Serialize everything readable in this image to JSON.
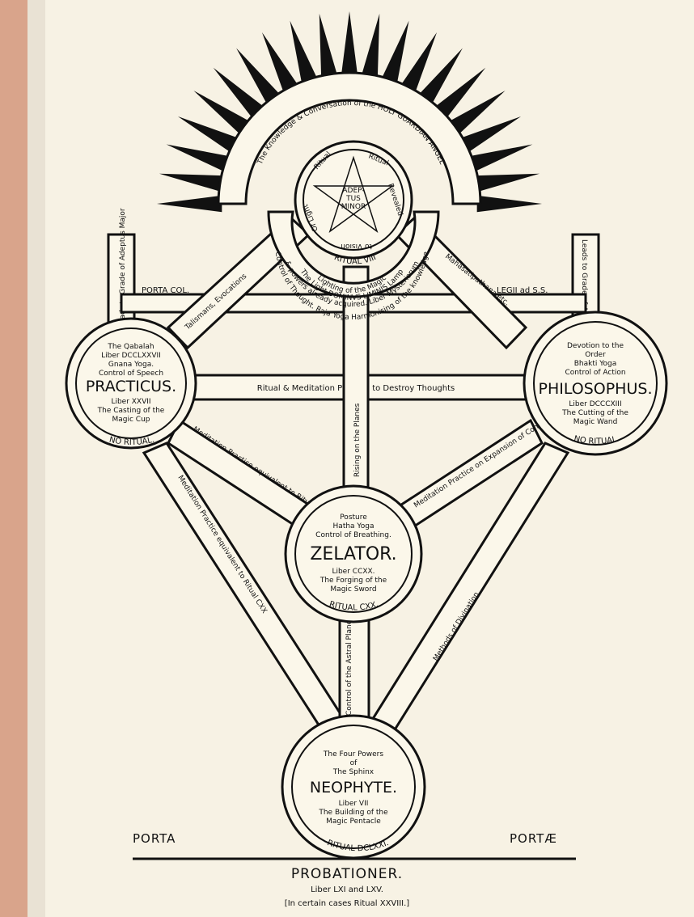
{
  "crown": "The Knowledge & Conversation of the HOLY GUARDIAN ANGEL",
  "adeptus": {
    "center": [
      "ADEP-",
      "TUS",
      "MINOR"
    ],
    "ring": [
      "Ritual",
      "Revealed",
      "to Vision",
      "Of Light",
      "Ritual"
    ],
    "ritual": "RITUAL VIII"
  },
  "portals": {
    "left_label": "PORTA COL.",
    "right_label": "LEGII ad S.S.",
    "left_side": "Leads to Grade of Adeptus Major",
    "right_side": "Leads to Grade of Adeptus Major"
  },
  "arc_lines": [
    "Control of Thought. Raja Yoga Harmonising of the knowledge",
    "& powers already acquired. Liber Mysteriorum",
    "The Light DOMINVS LIMINIS Lamp",
    "Lighting of the Magic"
  ],
  "paths": {
    "talismans": "Talismans, Evocations",
    "mahasati": "Mahasatipathana etc.",
    "ritual_meditation": "Ritual & Meditation Practice to Destroy Thoughts",
    "rising": "Rising on the Planes",
    "med_left": "Meditation Practice equivalent to Ritual DCLXXI",
    "med_right": "Meditation Practice on Expansion of Consciousness",
    "med_outer": "Meditation Practice equivalent to Ritual CXX",
    "divination": "Methods of Divination",
    "astral": "Control of the Astral Plane"
  },
  "practicus": {
    "lines_top": [
      "The Qabalah",
      "Liber DCCLXXVII",
      "Gnana Yoga.",
      "Control of Speech"
    ],
    "name": "PRACTICUS.",
    "lines_bottom": [
      "Liber XXVII",
      "The Casting of the",
      "Magic Cup"
    ],
    "ritual": "NO RITUAL."
  },
  "philosophus": {
    "lines_top": [
      "Devotion to the",
      "Order",
      "Bhakti Yoga",
      "Control of Action"
    ],
    "name": "PHILOSOPHUS.",
    "lines_bottom": [
      "Liber DCCCXIII",
      "The Cutting of the",
      "Magic Wand"
    ],
    "ritual": "NO RITUAL."
  },
  "zelator": {
    "lines_top": [
      "Posture",
      "Hatha Yoga",
      "Control of Breathing."
    ],
    "name": "ZELATOR.",
    "lines_bottom": [
      "Liber CCXX.",
      "The Forging of the",
      "Magic Sword"
    ],
    "ritual": "RITUAL CXX."
  },
  "neophyte": {
    "lines_top": [
      "The Four Powers",
      "of",
      "The Sphinx"
    ],
    "name": "NEOPHYTE.",
    "lines_bottom": [
      "Liber VII",
      "The Building of the",
      "Magic Pentacle"
    ],
    "ritual": "RITUAL DCLXXI."
  },
  "bottom": {
    "porta": "PORTA",
    "portae": "PORTÆ",
    "probationer": "PROBATIONER.",
    "liber": "Liber LXI and LXV.",
    "note": "[In certain cases Ritual XXVIII.]"
  }
}
